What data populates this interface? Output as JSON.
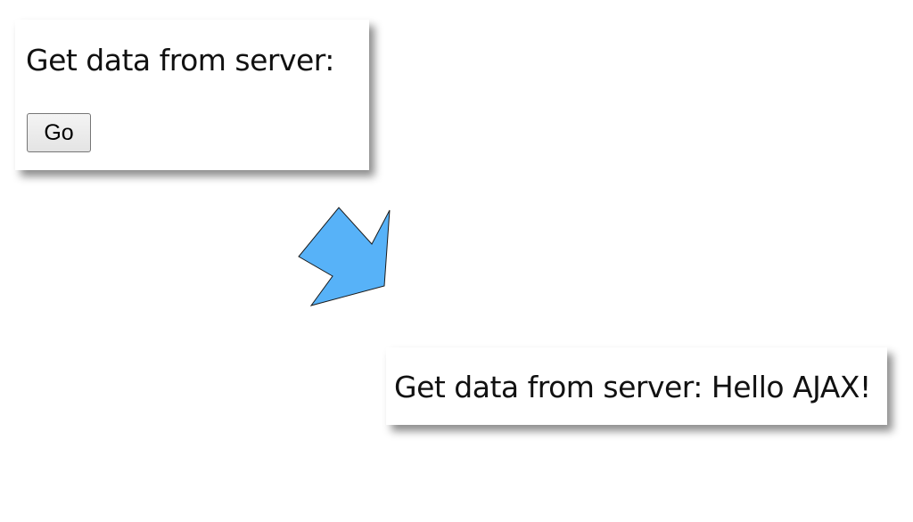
{
  "before": {
    "label": "Get data from server:",
    "button_label": "Go"
  },
  "transition": {
    "icon": "arrow-down-right-icon",
    "color": "#57b2f8"
  },
  "after": {
    "label": "Get data from server:",
    "response": "Hello AJAX!"
  }
}
